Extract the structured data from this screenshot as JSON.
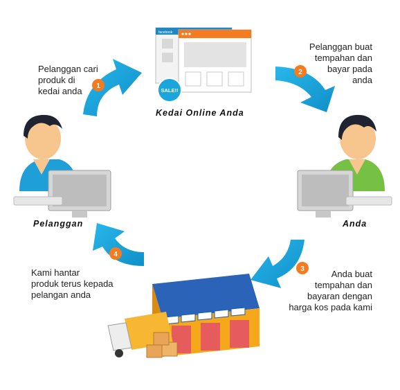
{
  "nodes": {
    "shop": {
      "caption": "Kedai Online Anda",
      "browser_tag": "facebook",
      "sale_badge": "SALE!!"
    },
    "customer": {
      "caption": "Pelanggan"
    },
    "seller": {
      "caption": "Anda"
    }
  },
  "steps": [
    {
      "number": "1",
      "text": "Pelanggan cari\nproduk di\nkedai anda"
    },
    {
      "number": "2",
      "text": "Pelanggan buat\ntempahan dan\nbayar pada\nanda"
    },
    {
      "number": "3",
      "text": "Anda buat\ntempahan dan\nbayaran dengan\nharga kos pada kami"
    },
    {
      "number": "4",
      "text": "Kami hantar\nproduk terus kepada\npelangan anda"
    }
  ],
  "colors": {
    "arrow": "#1aa6dc",
    "badge": "#f47b20",
    "laptop_frame": "#f47b20",
    "skin": "#f7c68f",
    "hair": "#1f2430",
    "blue_shirt": "#1e9fd8",
    "green_shirt": "#76c043"
  }
}
